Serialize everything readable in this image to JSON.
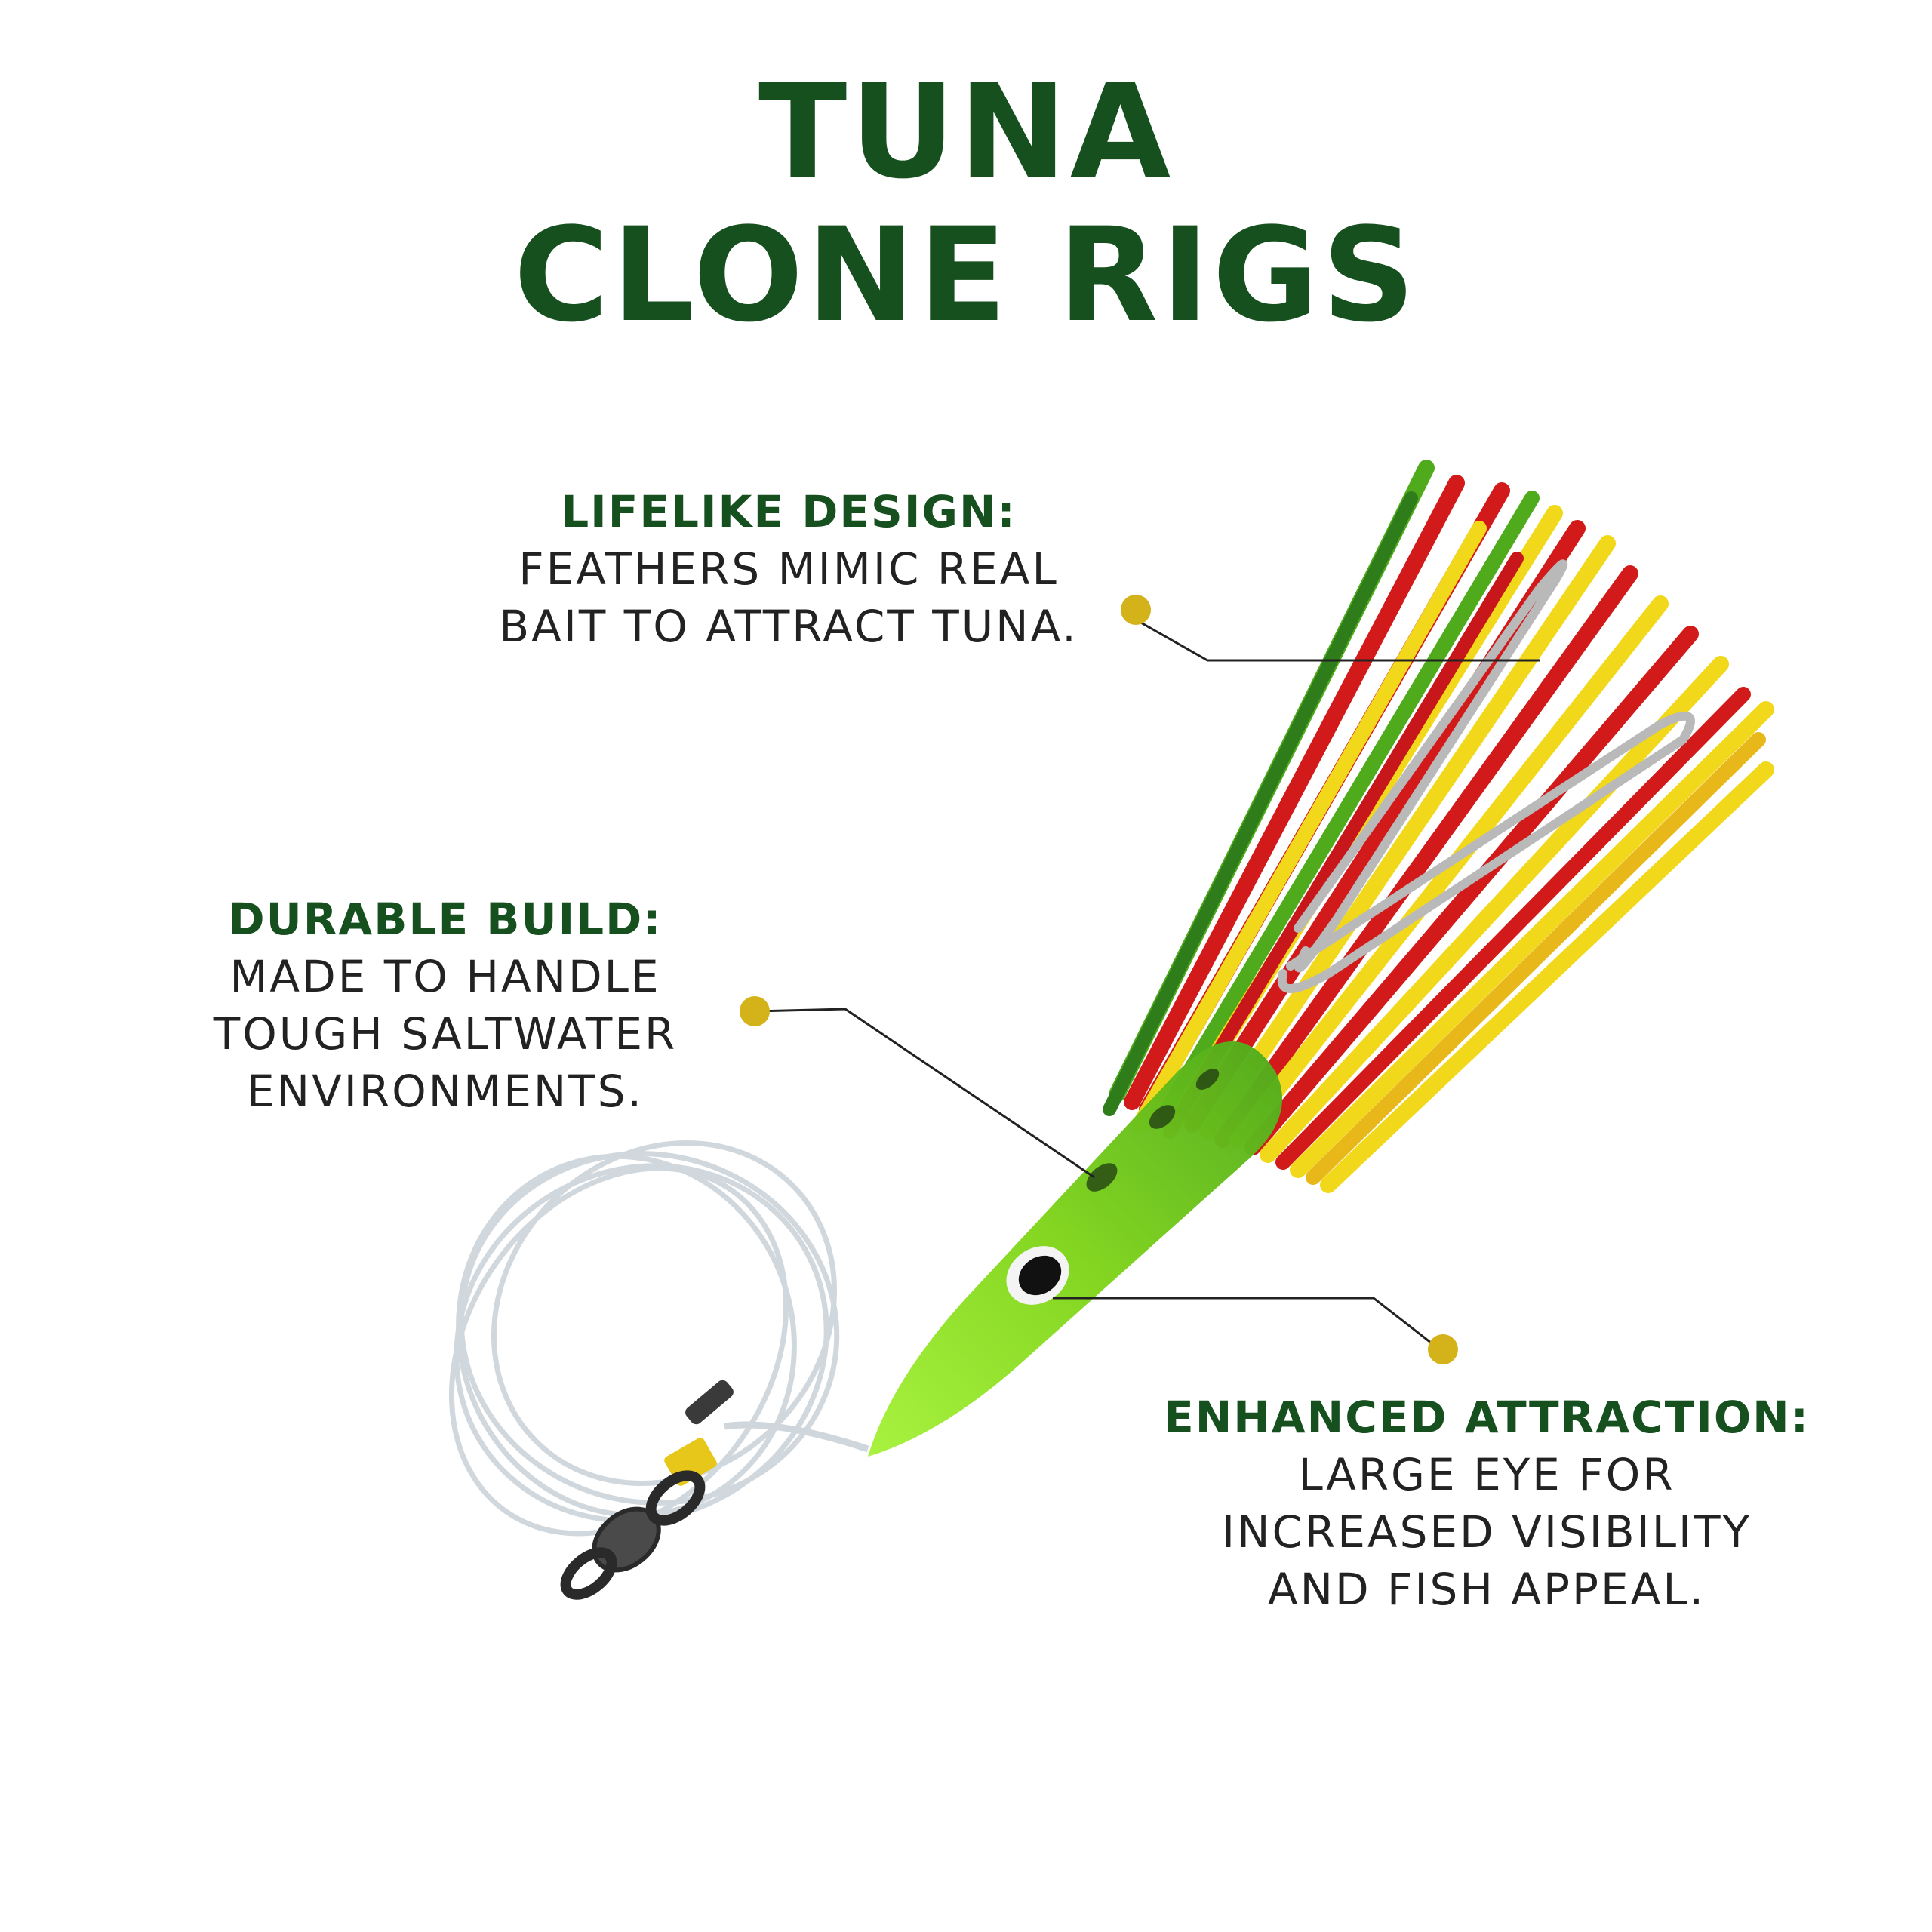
{
  "title": {
    "line1": "TUNA",
    "line2": "CLONE RIGS"
  },
  "callouts": [
    {
      "heading": "LIFELIKE DESIGN:",
      "lines": [
        "FEATHERS MIMIC REAL",
        "BAIT TO ATTRACT TUNA."
      ]
    },
    {
      "heading": "DURABLE BUILD:",
      "lines": [
        "MADE TO HANDLE",
        "TOUGH SALTWATER",
        "ENVIRONMENTS."
      ]
    },
    {
      "heading": "ENHANCED ATTRACTION:",
      "lines": [
        "LARGE EYE FOR",
        "INCREASED VISIBILITY",
        "AND FISH APPEAL."
      ]
    }
  ],
  "colors": {
    "heading": "#16501f",
    "body": "#222222",
    "marker": "#d4b21a",
    "leader_line": "#222222",
    "lure_head": "#7fd41a",
    "skirt_red": "#d21a1a",
    "skirt_yellow": "#f2d81a",
    "skirt_green": "#4faa1c"
  },
  "icons": {
    "marker": "dot-marker-icon",
    "product": "tuna-clone-rig-lure-icon"
  }
}
